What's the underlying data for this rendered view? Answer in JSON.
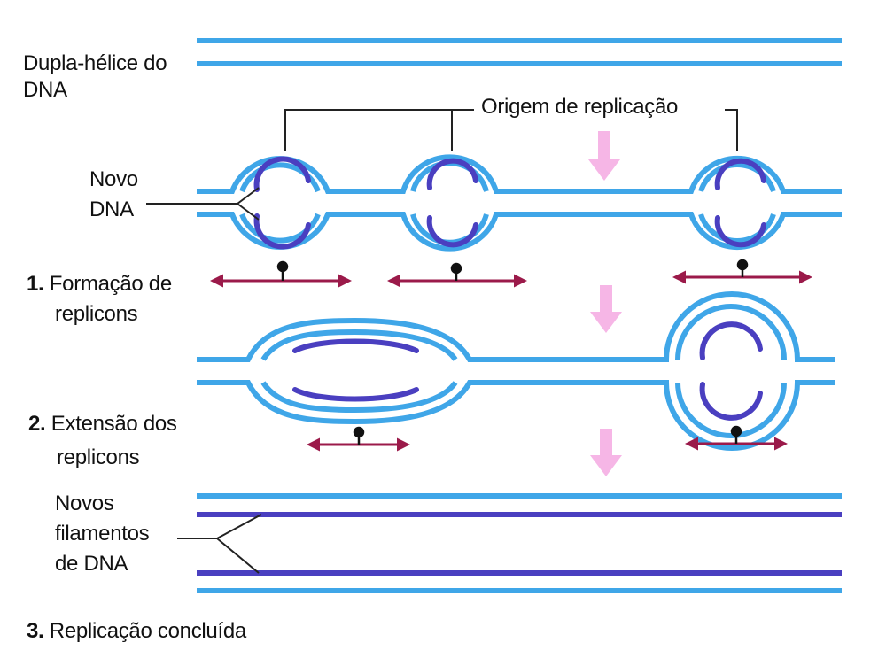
{
  "labels": {
    "double_helix_1": "Dupla-hélice do",
    "double_helix_2": "DNA",
    "origin": "Origem de replicação",
    "new_dna_1": "Novo",
    "new_dna_2": "DNA",
    "step1_num": "1.",
    "step1_text_1": "Formação de",
    "step1_text_2": "replicons",
    "step2_num": "2.",
    "step2_text_1": "Extensão dos",
    "step2_text_2": "replicons",
    "new_strands_1": "Novos",
    "new_strands_2": "filamentos",
    "new_strands_3": "de DNA",
    "step3_num": "3.",
    "step3_text": "Replicação concluída"
  },
  "colors": {
    "parental_strand": "#3fa6e8",
    "new_strand": "#4a3fc0",
    "arrow": "#9b1a4a",
    "flow_arrow": "#f6b6e6",
    "leader_line": "#222222"
  }
}
